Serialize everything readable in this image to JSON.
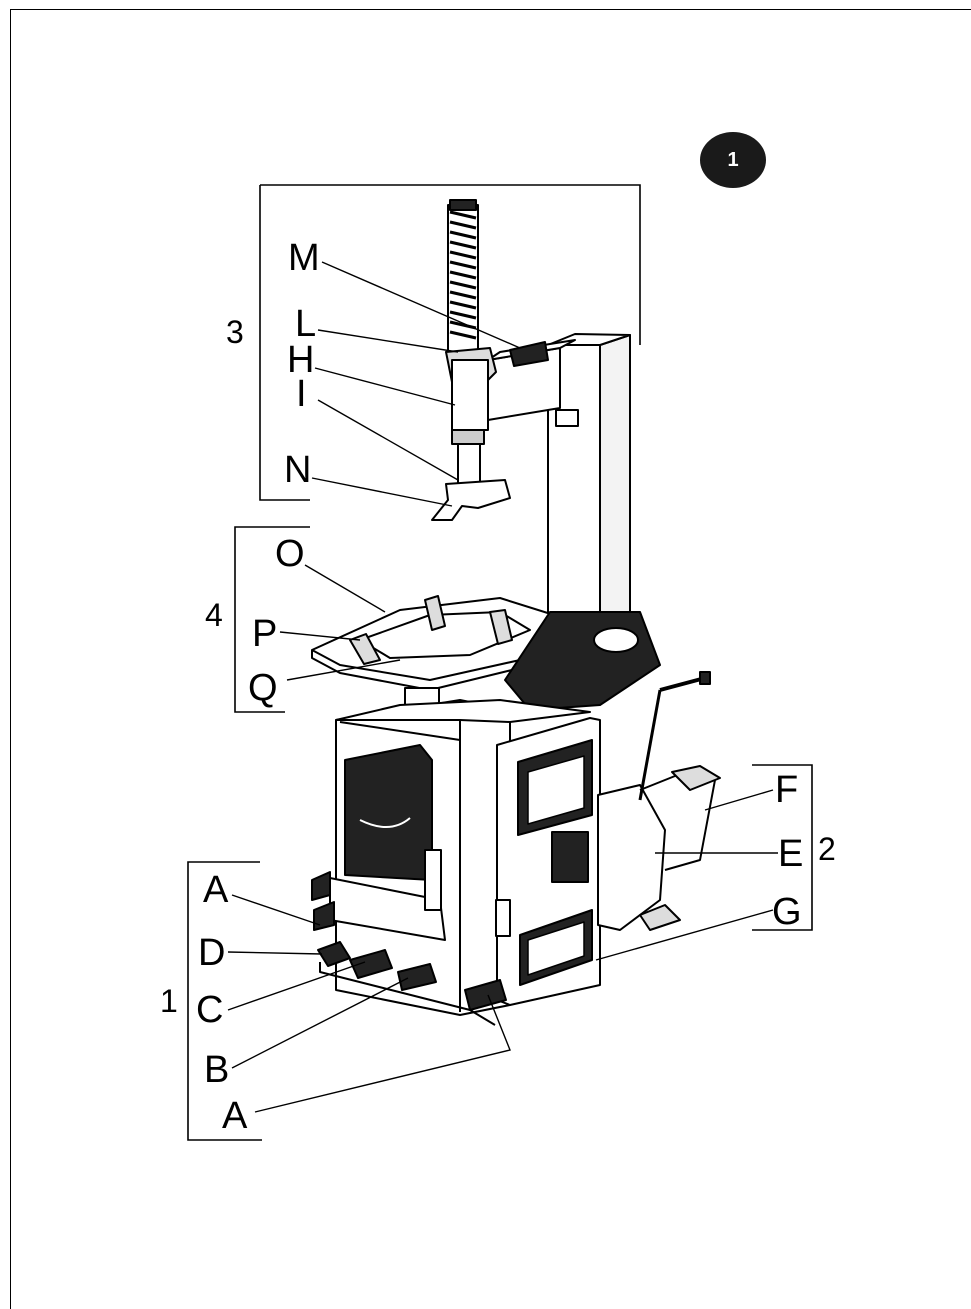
{
  "figure_number": "1",
  "labels": {
    "M": "M",
    "L": "L",
    "H": "H",
    "I": "I",
    "N": "N",
    "O": "O",
    "P": "P",
    "Q": "Q",
    "A_top": "A",
    "D": "D",
    "C": "C",
    "B": "B",
    "A_bottom": "A",
    "F": "F",
    "E": "E",
    "G": "G"
  },
  "groups": {
    "g1": "1",
    "g2": "2",
    "g3": "3",
    "g4": "4"
  }
}
